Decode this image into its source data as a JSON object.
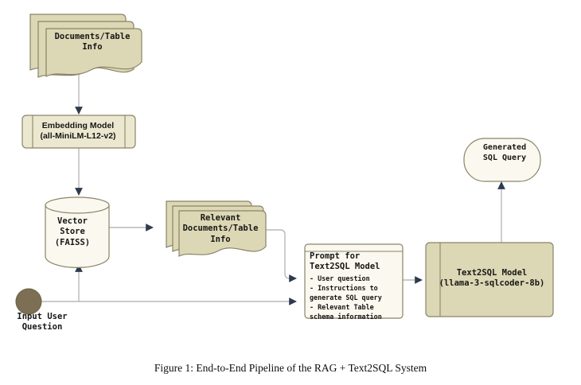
{
  "figure": {
    "caption": "Figure 1: End-to-End Pipeline of the RAG + Text2SQL System"
  },
  "colors": {
    "node_fill_khaki": "#dcd7b4",
    "node_fill_cream": "#faf8ef",
    "node_stroke": "#8a8468",
    "edge_stroke": "#b8b8b8",
    "arrow_head": "#2e3b4e",
    "input_dot_fill": "#7c6f53",
    "text": "#161616",
    "background": "#ffffff"
  },
  "nodes": {
    "documents": {
      "id": "documents-table-info",
      "shape": "multi-document-stack",
      "label": "Documents/Table\nInfo",
      "fill": "#dcd7b4"
    },
    "embedding_model": {
      "id": "embedding-model",
      "shape": "process-box",
      "label": "Embedding Model\n(all-MiniLM-L12-v2)",
      "fill": "#ece8d0"
    },
    "vector_store": {
      "id": "vector-store",
      "shape": "cylinder-database",
      "label": "Vector\nStore\n(FAISS)",
      "fill": "#faf8ef"
    },
    "relevant_documents": {
      "id": "relevant-documents",
      "shape": "multi-document-stack",
      "label": "Relevant\nDocuments/Table\nInfo",
      "fill": "#dcd7b4"
    },
    "prompt": {
      "id": "prompt-for-text2sql-model",
      "shape": "note-box",
      "title": "Prompt for\nText2SQL Model",
      "body": "- User question\n- Instructions to\ngenerate SQL query\n- Relevant Table\nschema information",
      "fill": "#faf8ef"
    },
    "text2sql_model": {
      "id": "text2sql-model",
      "shape": "process-box",
      "label": "Text2SQL Model\n(llama-3-sqlcoder-8b)",
      "fill": "#dcd7b4"
    },
    "generated_sql": {
      "id": "generated-sql-query",
      "shape": "stadium",
      "label": "Generated\nSQL Query",
      "fill": "#faf8ef"
    },
    "input_user_question": {
      "id": "input-user-question",
      "shape": "filled-circle",
      "label": "Input User\nQuestion",
      "fill": "#7c6f53"
    }
  },
  "edges": [
    {
      "from": "documents",
      "to": "embedding_model",
      "direction": "down"
    },
    {
      "from": "embedding_model",
      "to": "vector_store",
      "direction": "down"
    },
    {
      "from": "vector_store",
      "to": "relevant_documents",
      "direction": "right"
    },
    {
      "from": "relevant_documents",
      "to": "prompt",
      "direction": "right-down-right"
    },
    {
      "from": "input_user_question",
      "to": "vector_store",
      "direction": "right-up"
    },
    {
      "from": "input_user_question",
      "to": "prompt",
      "direction": "right"
    },
    {
      "from": "prompt",
      "to": "text2sql_model",
      "direction": "right"
    },
    {
      "from": "text2sql_model",
      "to": "generated_sql",
      "direction": "up"
    }
  ]
}
